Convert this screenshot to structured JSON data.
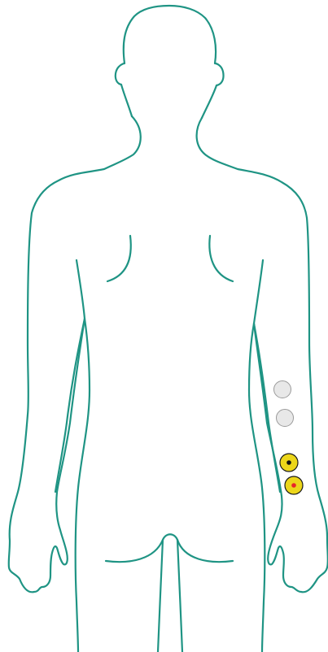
{
  "colors": {
    "outline": "#1f9484",
    "background": "#ffffff",
    "marker_inactive_fill": "#e8e8e8",
    "marker_inactive_stroke": "#9a9a9a",
    "marker_active_fill": "#ecd61a",
    "marker_active_stroke": "#1a1a1a"
  },
  "figure": {
    "view": "back",
    "name": "body-outline"
  },
  "markers": [
    {
      "id": "marker-1",
      "state": "inactive",
      "dot_color": ""
    },
    {
      "id": "marker-2",
      "state": "inactive",
      "dot_color": ""
    },
    {
      "id": "marker-3",
      "state": "active",
      "dot_color": "#111111"
    },
    {
      "id": "marker-4",
      "state": "active",
      "dot_color": "#e8262a"
    }
  ]
}
